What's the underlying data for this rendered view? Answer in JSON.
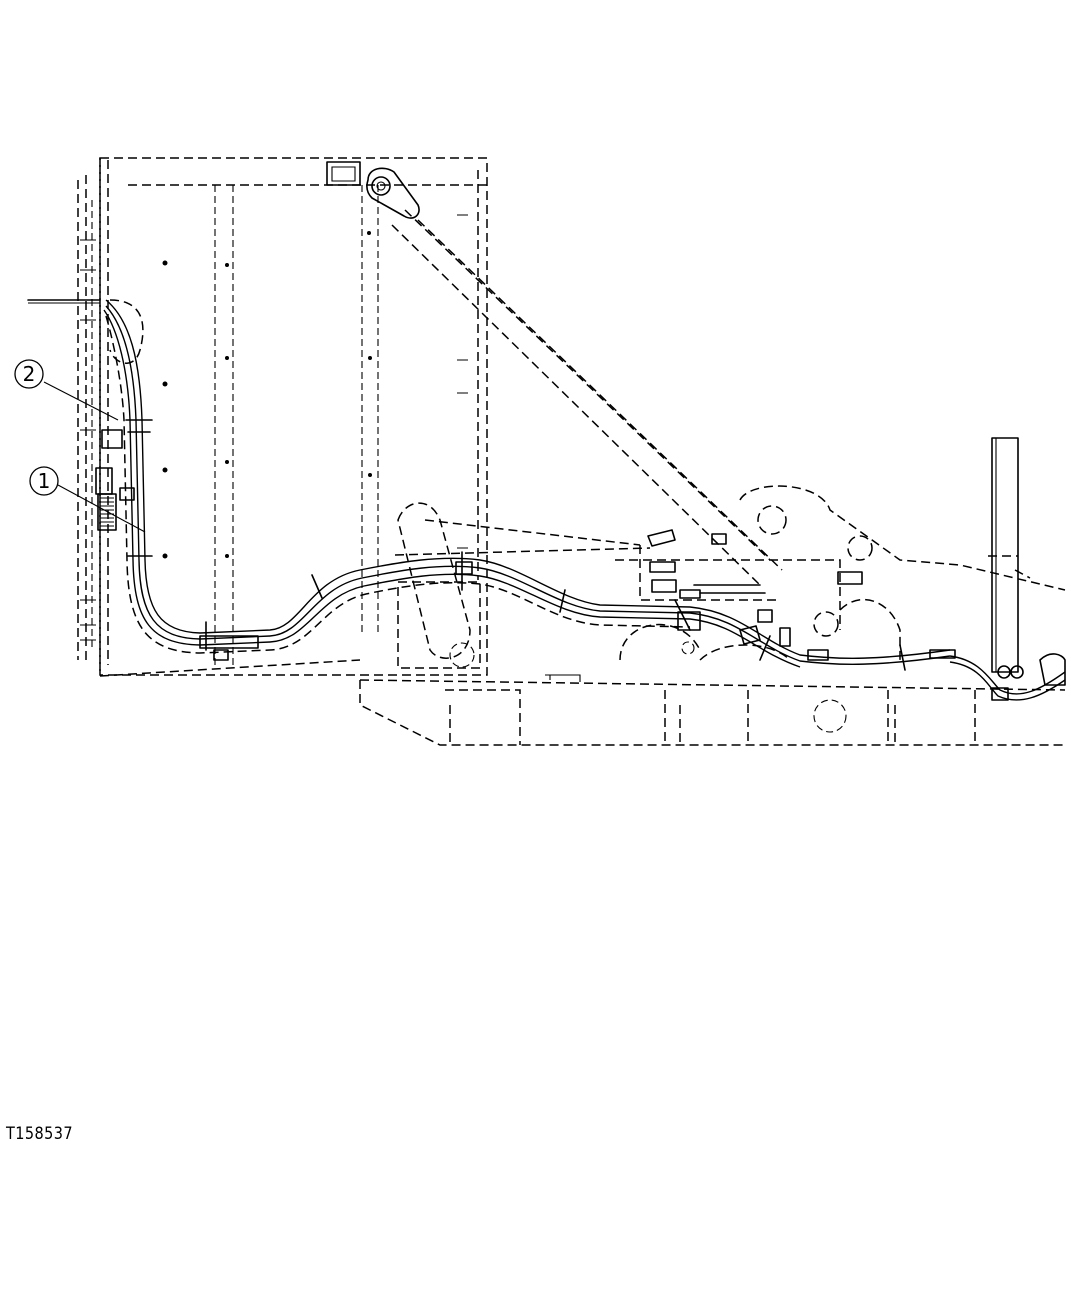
{
  "diagram": {
    "callouts": [
      {
        "label": "1"
      },
      {
        "label": "2"
      }
    ],
    "figure_id": "T158537"
  }
}
